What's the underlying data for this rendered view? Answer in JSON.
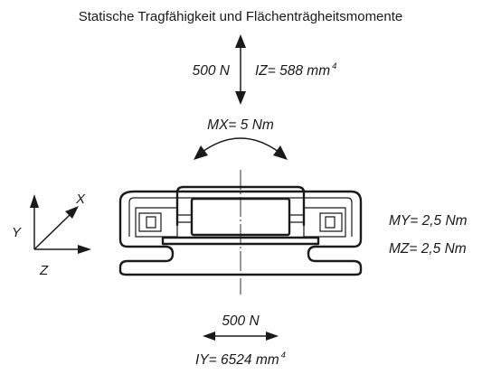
{
  "title": "Statische Tragfähigkeit und Flächenträgheitsmomente",
  "load_vertical": {
    "force": "500 N",
    "moment_of_inertia": "IZ= 588 mm",
    "exponent": "4"
  },
  "moment_x": "MX= 5 Nm",
  "moment_y": "MY= 2,5 Nm",
  "moment_z": "MZ= 2,5 Nm",
  "load_horizontal": {
    "force": "500 N",
    "moment_of_inertia": "IY= 6524 mm",
    "exponent": "4"
  },
  "axes": {
    "y": "Y",
    "x": "X",
    "z": "Z"
  }
}
